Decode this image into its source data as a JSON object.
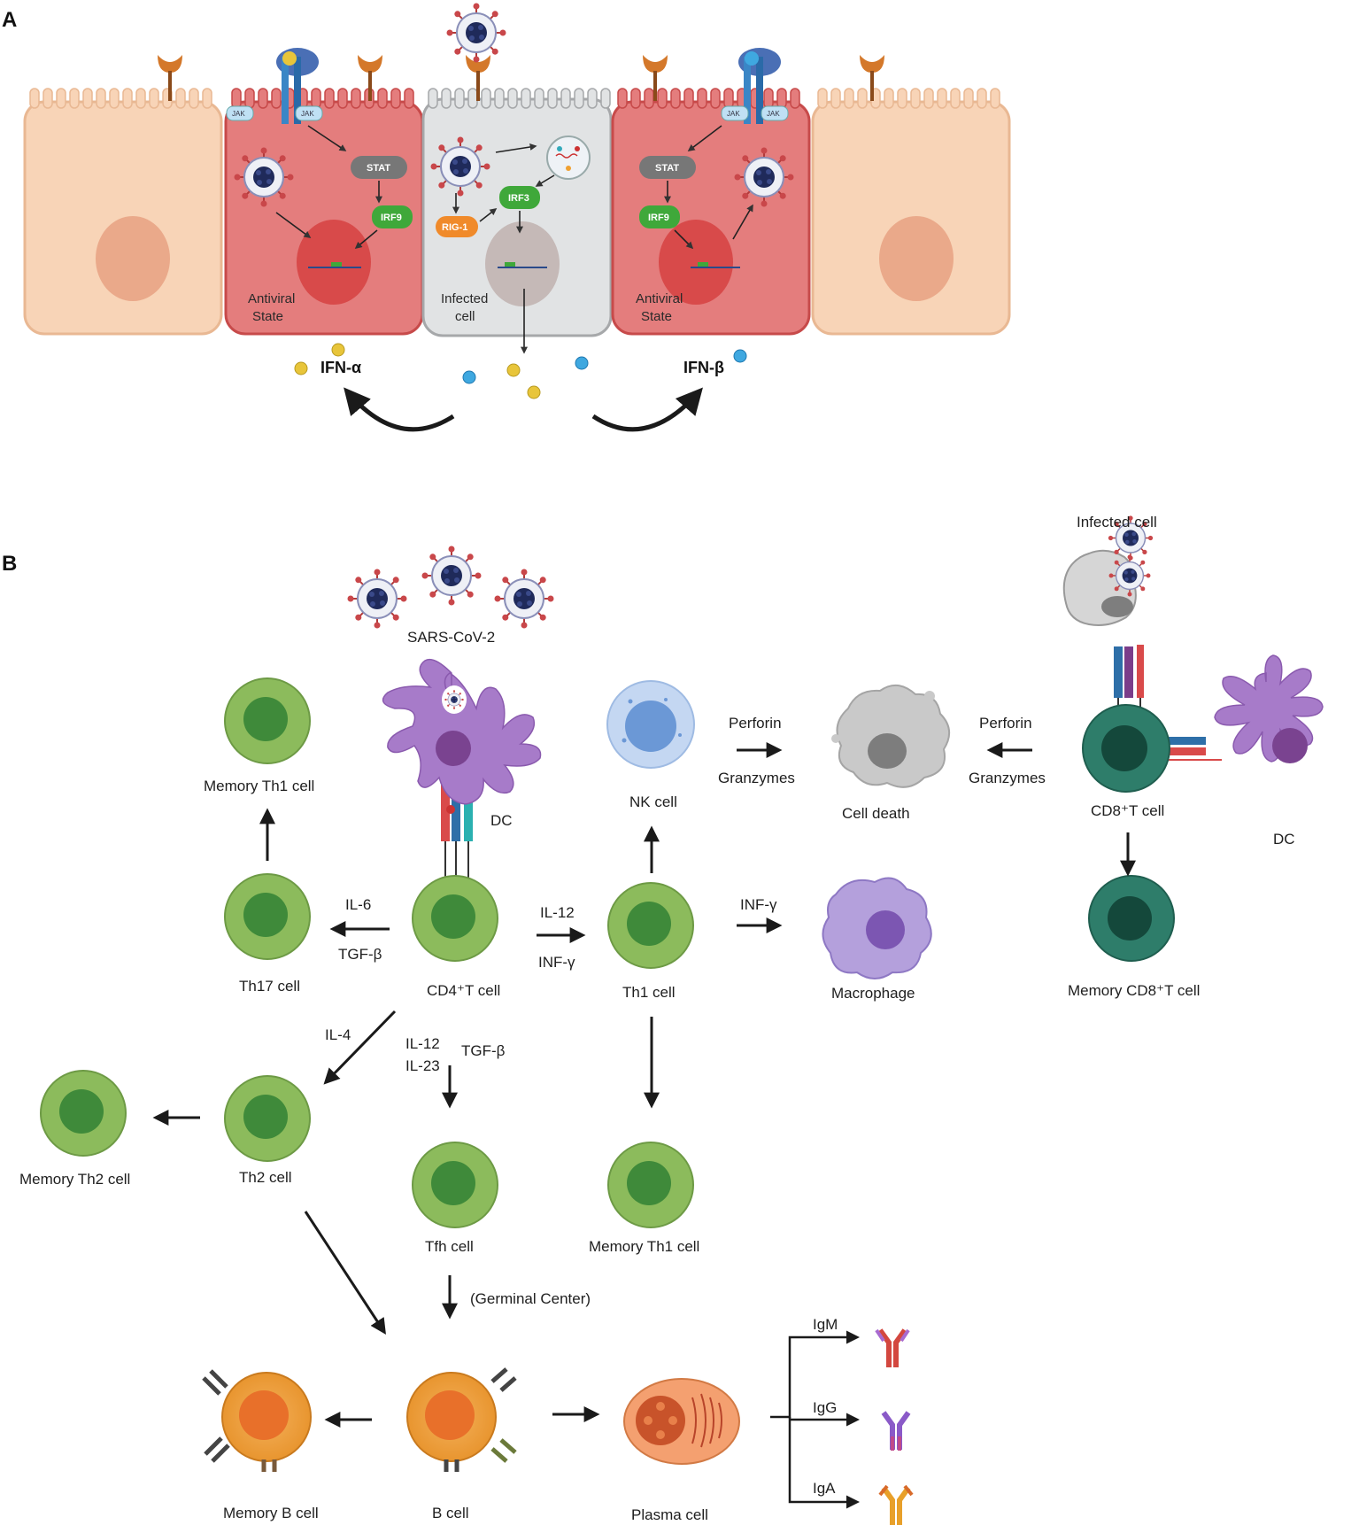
{
  "panel_a": {
    "panel_label": "A",
    "jak_labels": [
      "JAK",
      "JAK",
      "JAK",
      "JAK"
    ],
    "stat_label": "STAT",
    "irf9_label": "IRF9",
    "irf3_label": "IRF3",
    "rig1_label": "RIG-1",
    "antiviral_state_line1": "Antiviral",
    "antiviral_state_line2": "State",
    "infected_cell_line1": "Infected",
    "infected_cell_line2": "cell",
    "ifn_alpha": "IFN-α",
    "ifn_beta": "IFN-β"
  },
  "panel_b": {
    "panel_label": "B",
    "virus_label": "SARS-CoV-2",
    "infected_cell": "Infected cell",
    "dc_left": "DC",
    "dc_right": "DC",
    "memory_th1_top": "Memory Th1 cell",
    "th17_cell": "Th17 cell",
    "il6": "IL-6",
    "tgfb_left": "TGF-β",
    "cd4_cell": "CD4⁺T cell",
    "il12_right": "IL-12",
    "infg_right": "INF-γ",
    "th1_cell": "Th1 cell",
    "nk_cell": "NK cell",
    "perforin_left": "Perforin",
    "granzymes_left": "Granzymes",
    "cell_death": "Cell death",
    "perforin_right": "Perforin",
    "granzymes_right": "Granzymes",
    "cd8_cell": "CD8⁺T cell",
    "memory_cd8": "Memory CD8⁺T cell",
    "infg_mac": "INF-γ",
    "macrophage": "Macrophage",
    "il4": "IL-4",
    "il12_down": "IL-12",
    "il23_down": "IL-23",
    "tgfb_down": "TGF-β",
    "th2_cell": "Th2 cell",
    "memory_th2": "Memory Th2 cell",
    "tfh_cell": "Tfh cell",
    "memory_th1_bottom": "Memory Th1 cell",
    "germinal_center": "(Germinal Center)",
    "memory_b": "Memory B cell",
    "b_cell": "B cell",
    "plasma_cell": "Plasma cell",
    "igm": "IgM",
    "igg": "IgG",
    "iga": "IgA"
  }
}
